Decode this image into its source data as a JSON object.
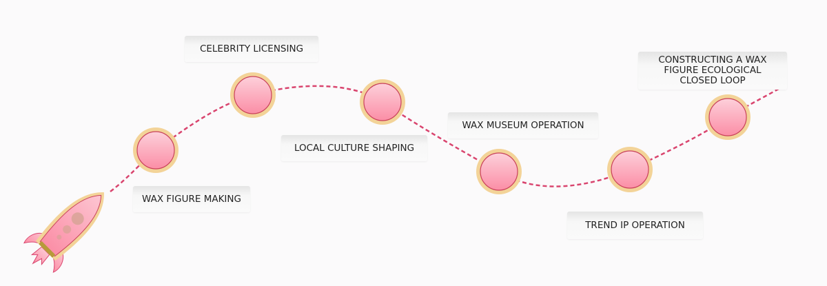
{
  "stages": [
    {
      "label": "WAX FIGURE MAKING"
    },
    {
      "label": "CELEBRITY LICENSING"
    },
    {
      "label": "LOCAL CULTURE SHAPING"
    },
    {
      "label": "WAX MUSEUM OPERATION"
    },
    {
      "label": "TREND IP OPERATION"
    },
    {
      "label": "CONSTRUCTING A WAX FIGURE ECOLOGICAL CLOSED LOOP"
    }
  ],
  "colors": {
    "path": "#d9446e",
    "node_fill": "#fb9bb0",
    "node_ring": "#f3d398",
    "node_stroke": "#c8405a"
  },
  "icons": {
    "start": "rocket-icon"
  }
}
